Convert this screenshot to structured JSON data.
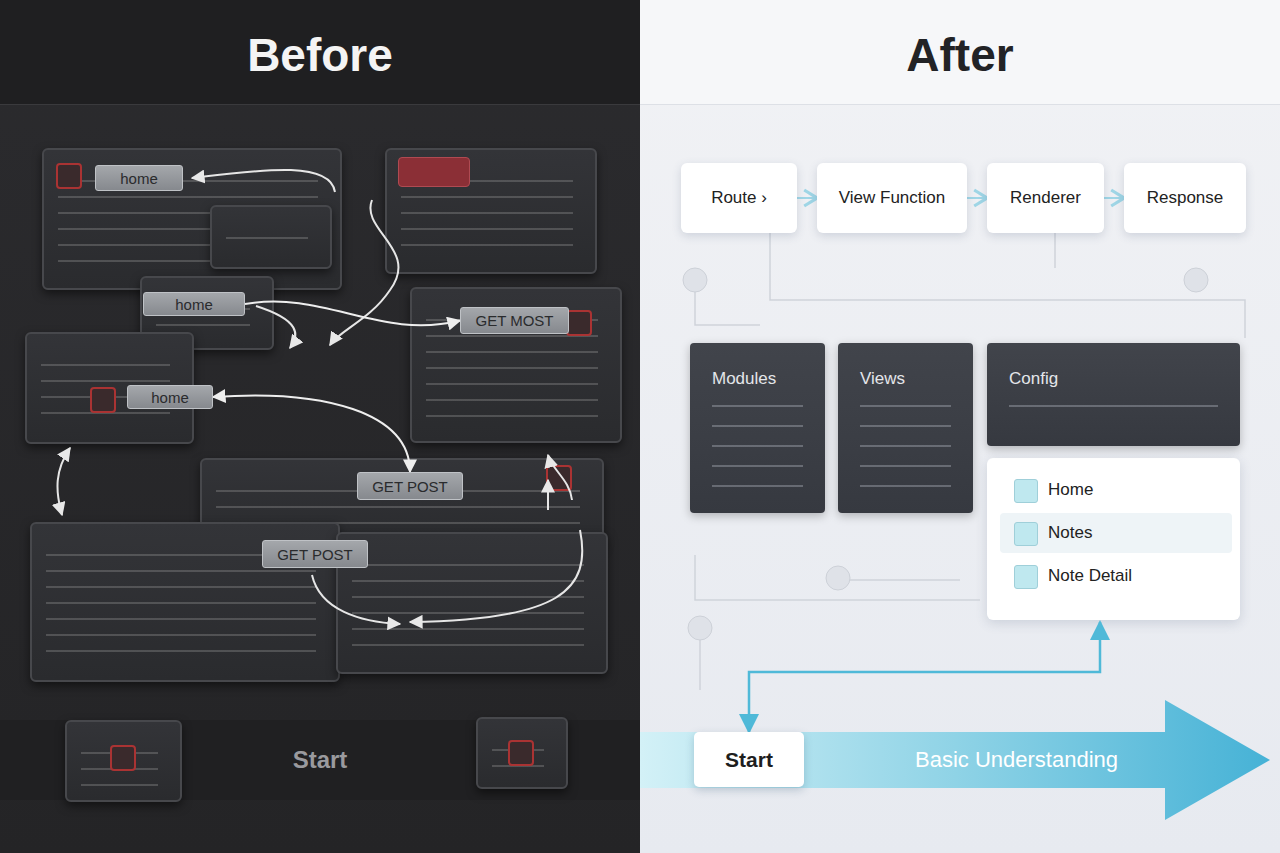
{
  "diagram": {
    "nodes": [
      {
        "text": [
          "home"
        ]
      },
      {
        "text": [
          "home"
        ]
      },
      {
        "text": [
          "home"
        ]
      },
      {
        "text": [
          "GET MOST"
        ]
      },
      {
        "text": [
          "GET POST"
        ]
      },
      {
        "text": [
          "GET POST"
        ]
      },
      {
        "text": [
          "Route ›"
        ]
      },
      {
        "text": [
          "View Function"
        ]
      },
      {
        "text": [
          "Renderer"
        ]
      },
      {
        "text": [
          "Response"
        ]
      },
      {
        "text": [
          "Modules"
        ]
      },
      {
        "text": [
          "Views"
        ]
      },
      {
        "text": [
          "Config"
        ]
      },
      {
        "text": [
          "Home"
        ]
      },
      {
        "text": [
          "Notes"
        ]
      },
      {
        "text": [
          "Note Detail"
        ]
      },
      {
        "text": [
          "Start"
        ]
      },
      {
        "text": [
          "Basic Understanding"
        ]
      }
    ],
    "edges": [
      {
        "from": 6,
        "to": 7,
        "arrow": "to"
      },
      {
        "from": 7,
        "to": 8,
        "arrow": "to"
      },
      {
        "from": 8,
        "to": 9,
        "arrow": "to"
      },
      {
        "from": 2,
        "to": 4,
        "arrow": "both"
      },
      {
        "from": 1,
        "to": 3,
        "arrow": "to"
      },
      {
        "from": 16,
        "to": 15,
        "arrow": "both"
      }
    ],
    "labels": [
      "Before",
      "After",
      "Start"
    ]
  }
}
